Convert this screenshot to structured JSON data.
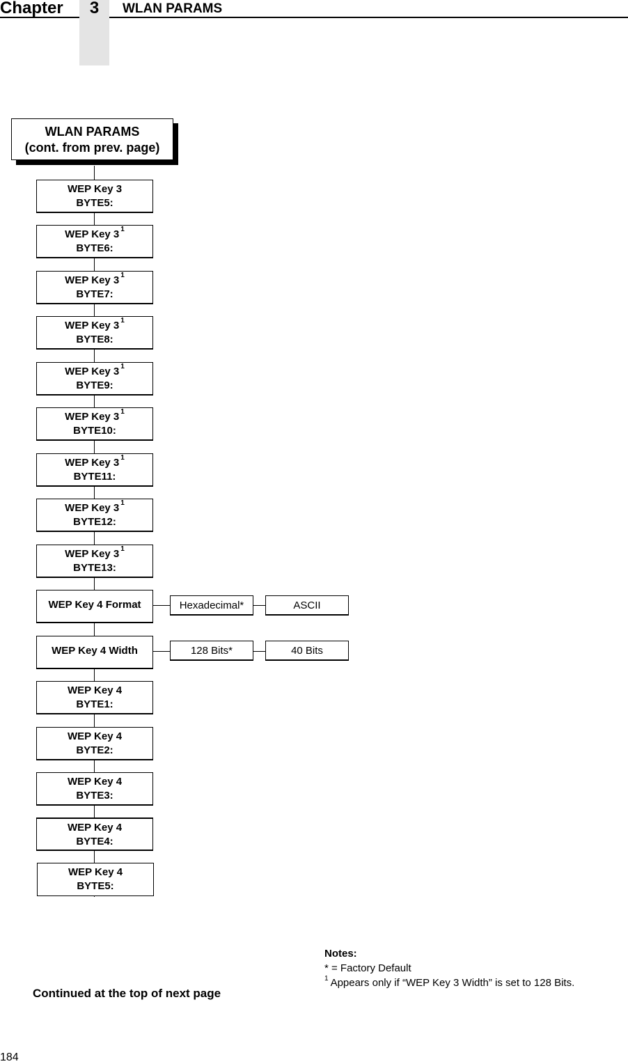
{
  "header": {
    "chapter_label": "Chapter",
    "chapter_number": "3",
    "section_title": "WLAN PARAMS"
  },
  "diagram": {
    "root": {
      "line1": "WLAN PARAMS",
      "line2": "(cont. from prev. page)"
    },
    "nodes": [
      {
        "line1": "WEP Key 3",
        "footnote": "",
        "line2": "BYTE5:"
      },
      {
        "line1": "WEP Key 3",
        "footnote": "1",
        "line2": "BYTE6:"
      },
      {
        "line1": "WEP Key 3",
        "footnote": "1",
        "line2": "BYTE7:"
      },
      {
        "line1": "WEP Key 3",
        "footnote": "1",
        "line2": "BYTE8:"
      },
      {
        "line1": "WEP Key 3",
        "footnote": "1",
        "line2": "BYTE9:"
      },
      {
        "line1": "WEP Key 3",
        "footnote": "1",
        "line2": "BYTE10:"
      },
      {
        "line1": "WEP Key 3",
        "footnote": "1",
        "line2": "BYTE11:"
      },
      {
        "line1": "WEP Key 3",
        "footnote": "1",
        "line2": "BYTE12:"
      },
      {
        "line1": "WEP Key 3",
        "footnote": "1",
        "line2": "BYTE13:"
      },
      {
        "label": "WEP Key 4 Format",
        "options": [
          "Hexadecimal*",
          "ASCII"
        ]
      },
      {
        "label": "WEP Key 4 Width",
        "options": [
          "128 Bits*",
          "40 Bits"
        ]
      },
      {
        "line1": "WEP Key 4",
        "footnote": "",
        "line2": "BYTE1:"
      },
      {
        "line1": "WEP Key 4",
        "footnote": "",
        "line2": "BYTE2:"
      },
      {
        "line1": "WEP Key 4",
        "footnote": "",
        "line2": "BYTE3:"
      },
      {
        "line1": "WEP Key 4",
        "footnote": "",
        "line2": "BYTE4:"
      },
      {
        "line1": "WEP Key 4",
        "footnote": "",
        "line2": "BYTE5:"
      }
    ]
  },
  "notes": {
    "title": "Notes:",
    "default_note": "* = Factory Default",
    "footnote_marker": "1",
    "footnote_text": "Appears only if “WEP Key 3 Width” is set to 128 Bits."
  },
  "continued_text": "Continued at the top of next page",
  "page_number": "184"
}
